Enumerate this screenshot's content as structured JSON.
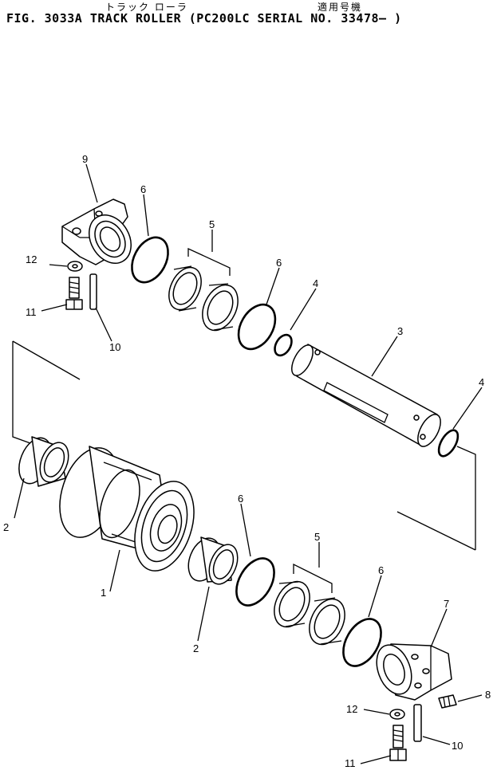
{
  "header": {
    "jp_track_roller": "トラック ローラ",
    "jp_applicable": "適用号機",
    "title": "FIG. 3033A  TRACK ROLLER (PC200LC SERIAL NO. 33478— )"
  },
  "callouts": {
    "c1": "1",
    "c2a": "2",
    "c2b": "2",
    "c3": "3",
    "c4a": "4",
    "c4b": "4",
    "c5a": "5",
    "c5b": "5",
    "c6a": "6",
    "c6b": "6",
    "c6c": "6",
    "c6d": "6",
    "c7": "7",
    "c8": "8",
    "c9": "9",
    "c10a": "10",
    "c10b": "10",
    "c11a": "11",
    "c11b": "11",
    "c12a": "12",
    "c12b": "12"
  }
}
